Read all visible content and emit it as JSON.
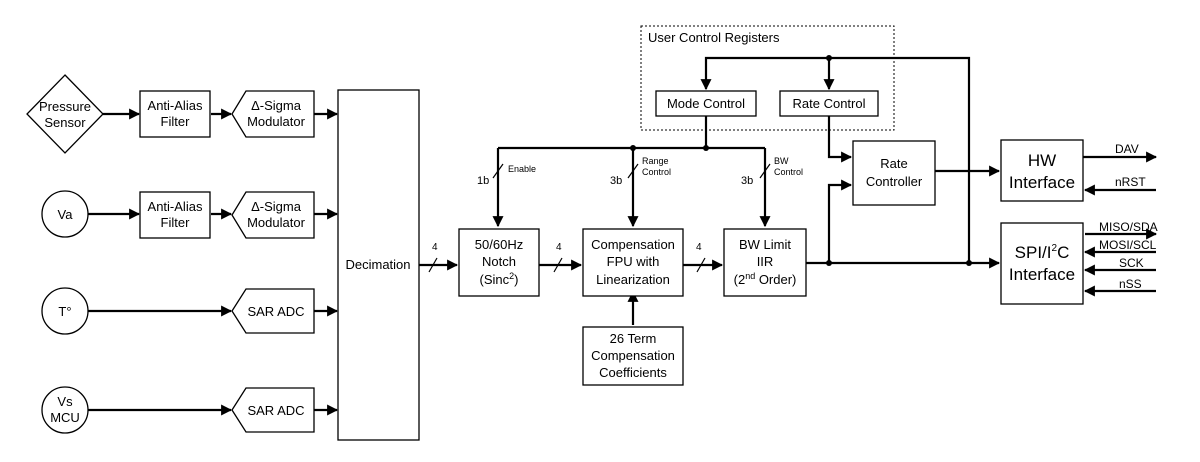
{
  "sources": {
    "pressure": {
      "line1": "Pressure",
      "line2": "Sensor"
    },
    "va": {
      "label": "Va"
    },
    "temp": {
      "label": "T°"
    },
    "vs": {
      "line1": "Vs",
      "line2": "MCU"
    }
  },
  "blocks": {
    "aaf1": {
      "line1": "Anti-Alias",
      "line2": "Filter"
    },
    "aaf2": {
      "line1": "Anti-Alias",
      "line2": "Filter"
    },
    "mod1": {
      "line1": "Δ-Sigma",
      "line2": "Modulator"
    },
    "mod2": {
      "line1": "Δ-Sigma",
      "line2": "Modulator"
    },
    "sar1": {
      "label": "SAR ADC"
    },
    "sar2": {
      "label": "SAR ADC"
    },
    "decimation": {
      "label": "Decimation"
    },
    "notch": {
      "line1": "50/60Hz",
      "line2": "Notch",
      "line3_pre": "(Sinc",
      "line3_sup": "2",
      "line3_post": ")"
    },
    "comp": {
      "line1": "Compensation",
      "line2": "FPU with",
      "line3": "Linearization"
    },
    "coeff": {
      "line1": "26 Term",
      "line2": "Compensation",
      "line3": "Coefficients"
    },
    "bw": {
      "line1": "BW Limit",
      "line2": "IIR",
      "line3_pre": "(2",
      "line3_sup": "nd",
      "line3_post": " Order)"
    },
    "mode": {
      "label": "Mode Control"
    },
    "rate": {
      "label": "Rate Control"
    },
    "rate_ctrl": {
      "line1": "Rate",
      "line2": "Controller"
    },
    "hw": {
      "line1": "HW",
      "line2": "Interface"
    },
    "spi": {
      "line1_pre": "SPI/I",
      "line1_sup": "2",
      "line1_post": "C",
      "line2": "Interface"
    }
  },
  "registers_title": "User Control Registers",
  "buses": {
    "enable": {
      "width": "1b",
      "name": "Enable"
    },
    "range": {
      "width": "3b",
      "name1": "Range",
      "name2": "Control"
    },
    "bwc": {
      "width": "3b",
      "name1": "BW",
      "name2": "Control"
    },
    "dec_out": "4",
    "notch_out": "4",
    "comp_out": "4"
  },
  "signals": {
    "dav": "DAV",
    "nrst": "nRST",
    "miso": "MISO/SDA",
    "mosi": "MOSI/SCL",
    "sck": "SCK",
    "nss": "nSS"
  }
}
